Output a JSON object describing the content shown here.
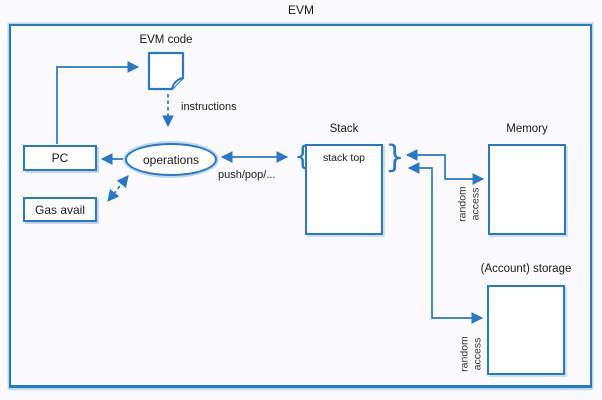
{
  "title": "EVM",
  "colors": {
    "accent": "#2878c8",
    "accent_light": "#bcd8ef",
    "text": "#1a1a1a",
    "background": "#fbfbfd"
  },
  "nodes": {
    "evm_code": {
      "label": "EVM code"
    },
    "pc": {
      "label": "PC"
    },
    "gas_avail": {
      "label": "Gas avail"
    },
    "operations": {
      "label": "operations"
    },
    "stack": {
      "label": "Stack",
      "top_cell": "stack top"
    },
    "memory": {
      "label": "Memory"
    },
    "account_storage": {
      "label": "(Account) storage"
    }
  },
  "edges": {
    "instructions_label": "instructions",
    "push_pop_label": "push/pop/...",
    "memory_access_label": "random access",
    "storage_access_label": "random access"
  },
  "braces": {
    "left": "{",
    "right": "}"
  }
}
